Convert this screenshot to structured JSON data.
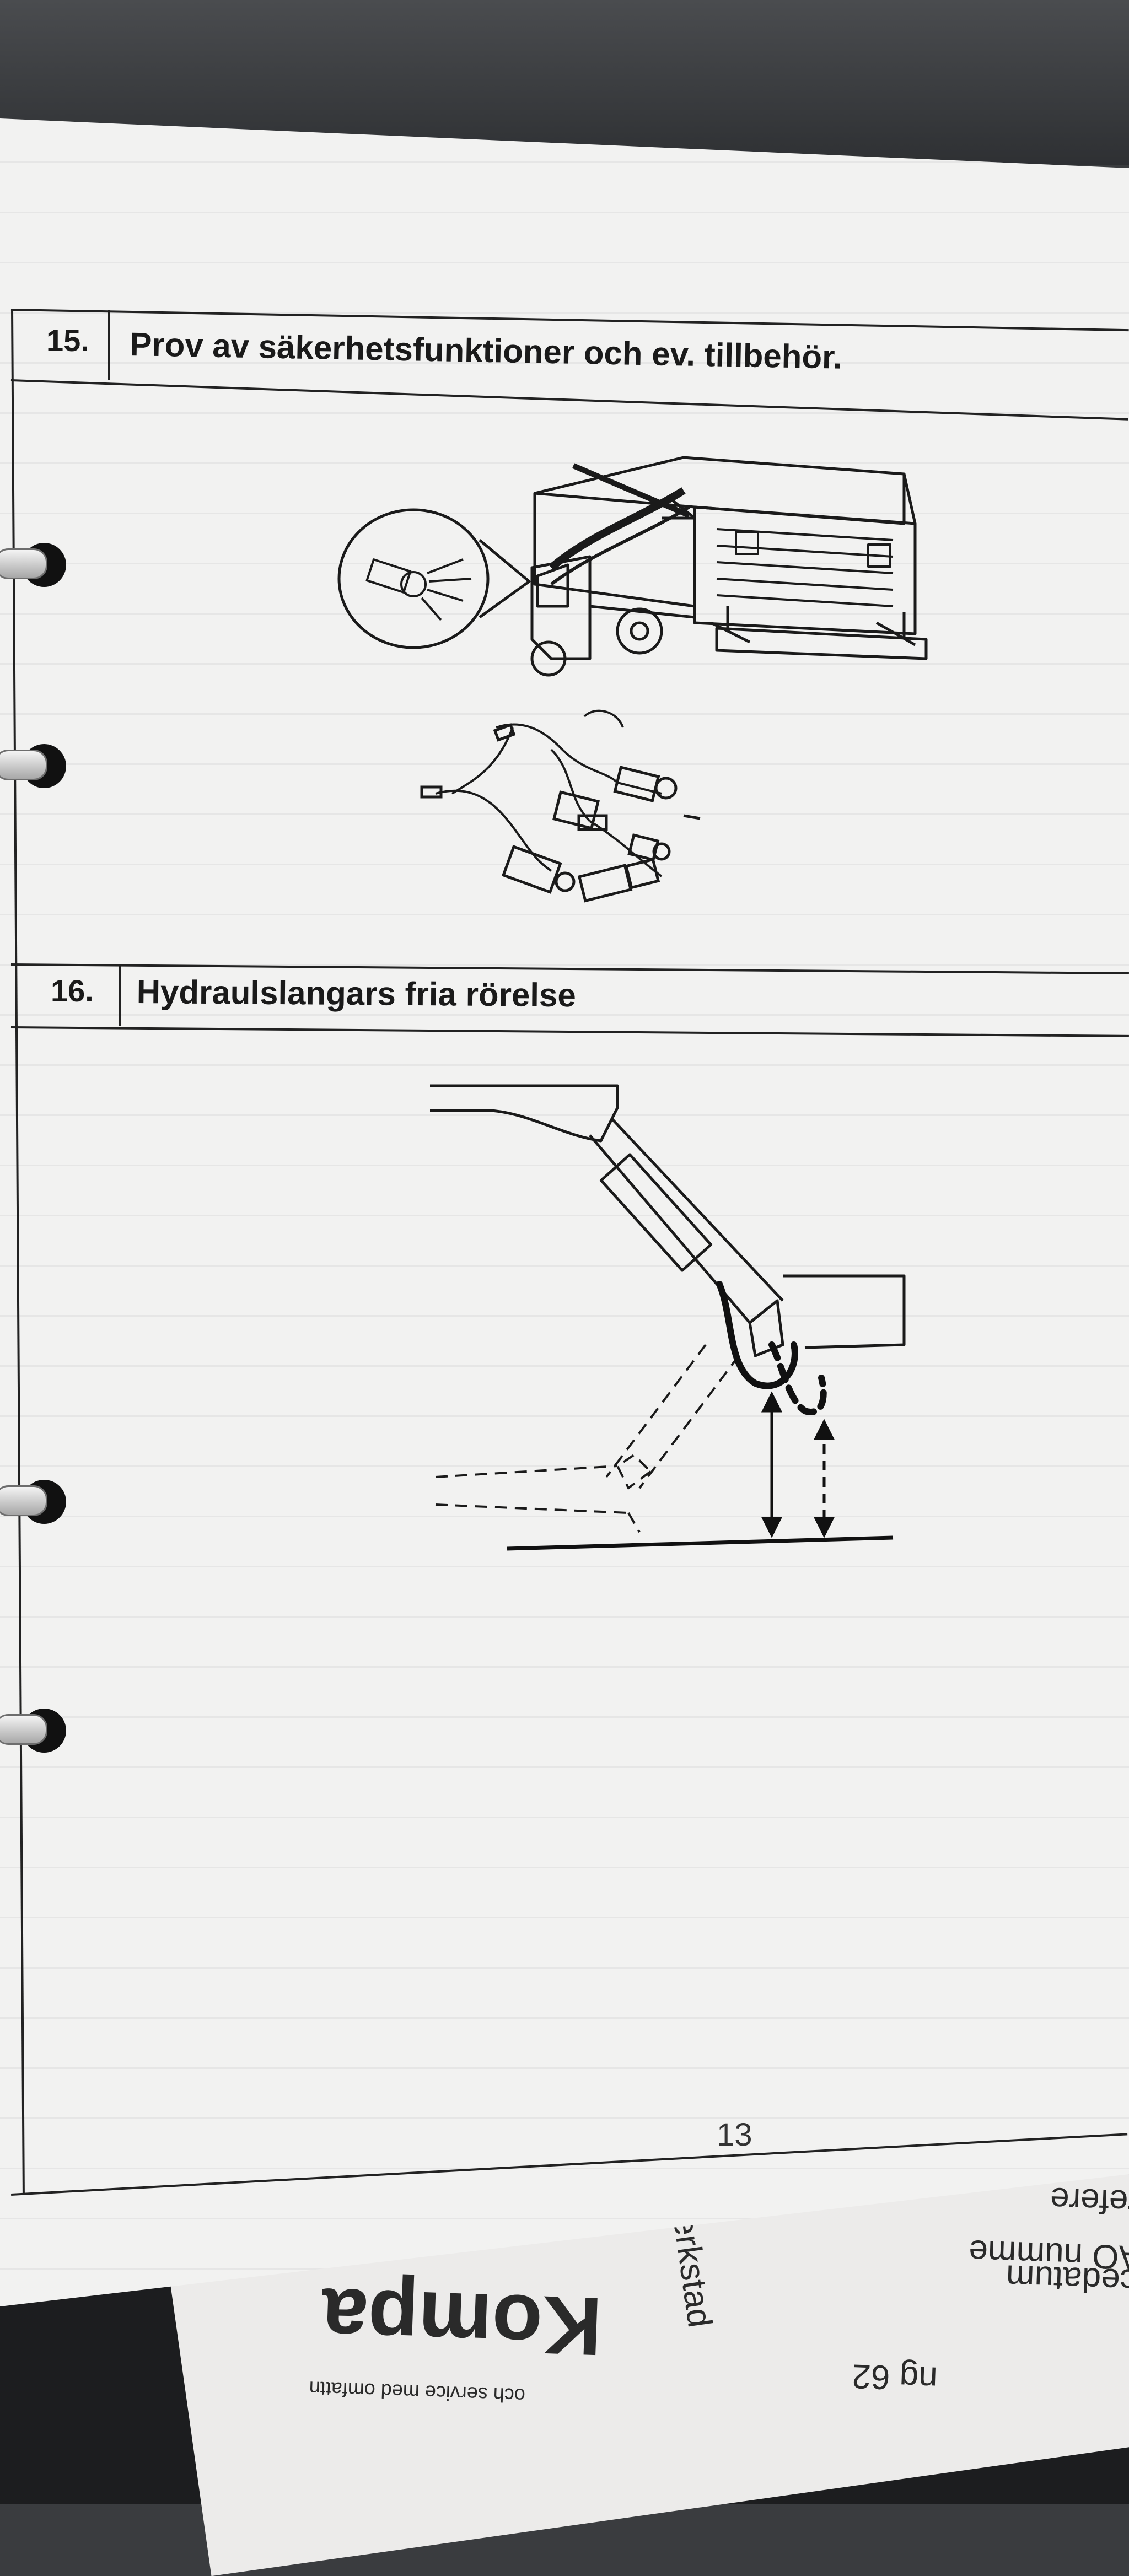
{
  "sections": [
    {
      "number": "15.",
      "title": "Prov av säkerhetsfunktioner och ev. tillbehör."
    },
    {
      "number": "16.",
      "title": "Hydraulslangars fria rörelse"
    }
  ],
  "page_number": "13",
  "background_sheet": {
    "lines": [
      "Servicedatum",
      "AO numme",
      "Er refere",
      "Verkstad",
      "Kompa",
      "och service med omfattn",
      "ng 62"
    ]
  }
}
